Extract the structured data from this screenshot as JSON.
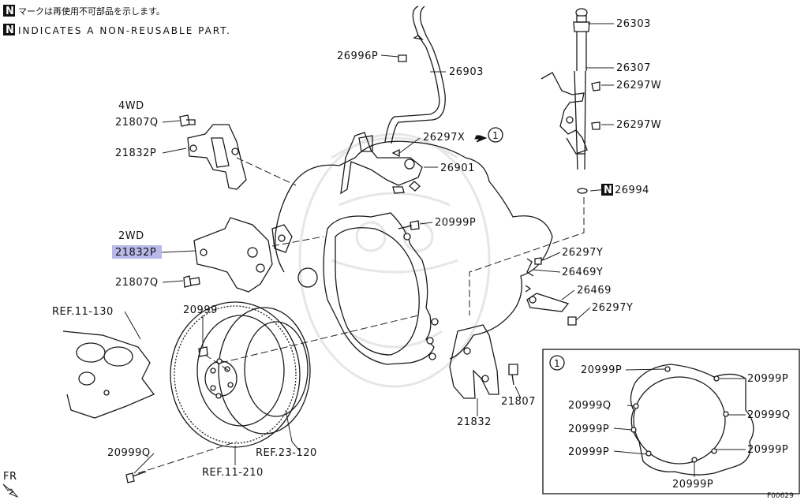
{
  "legend": {
    "badge": "N",
    "jp_text": "マークは再使用不可部品を示します。",
    "en_text": "INDICATES A NON-REUSABLE PART."
  },
  "labels": {
    "p26996P": "26996P",
    "p26903": "26903",
    "p26303": "26303",
    "p26307": "26307",
    "p26297W_a": "26297W",
    "p26297W_b": "26297W",
    "p26297X": "26297X",
    "p26901": "26901",
    "p26994": "26994",
    "p20999P_top": "20999P",
    "p26297Y_a": "26297Y",
    "p26469Y": "26469Y",
    "p26469": "26469",
    "p26297Y_b": "26297Y",
    "wd4": "4WD",
    "p21807Q_a": "21807Q",
    "p21832P_a": "21832P",
    "wd2": "2WD",
    "p21832P_b": "21832P",
    "p21807Q_b": "21807Q",
    "ref11_130": "REF.11-130",
    "p20999": "20999",
    "p20999Q_bolt": "20999Q",
    "ref23_120": "REF.23-120",
    "ref11_210": "REF.11-210",
    "p21807": "21807",
    "p21832": "21832",
    "fr": "FR",
    "callout_num": "1",
    "inset_num": "1",
    "inset": {
      "l1": "20999P",
      "l2": "20999Q",
      "l3": "20999P",
      "l4": "20999P",
      "r1": "20999P",
      "r2": "20999Q",
      "r3": "20999P",
      "bottom": "20999P"
    },
    "figure_code": "F00629"
  },
  "highlight_color": "#b7b9ea"
}
